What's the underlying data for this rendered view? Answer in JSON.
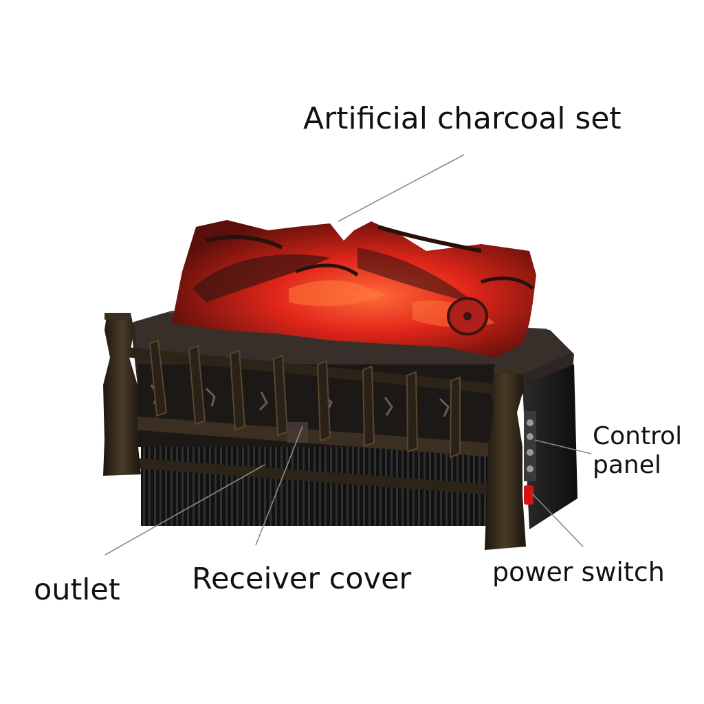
{
  "labels": {
    "charcoal_set": "Artificial charcoal set",
    "control_panel_line1": "Control",
    "control_panel_line2": "panel",
    "outlet": "outlet",
    "receiver_cover": "Receiver cover",
    "power_switch": "power switch"
  },
  "colors": {
    "background": "#ffffff",
    "label_text": "#111111",
    "leader_line": "#8a8a8a",
    "ember_red": "#e0261a",
    "ember_glow": "#ff5a2a",
    "grate_bronze": "#2a2218",
    "body_black": "#161616",
    "switch_red": "#d41414"
  }
}
